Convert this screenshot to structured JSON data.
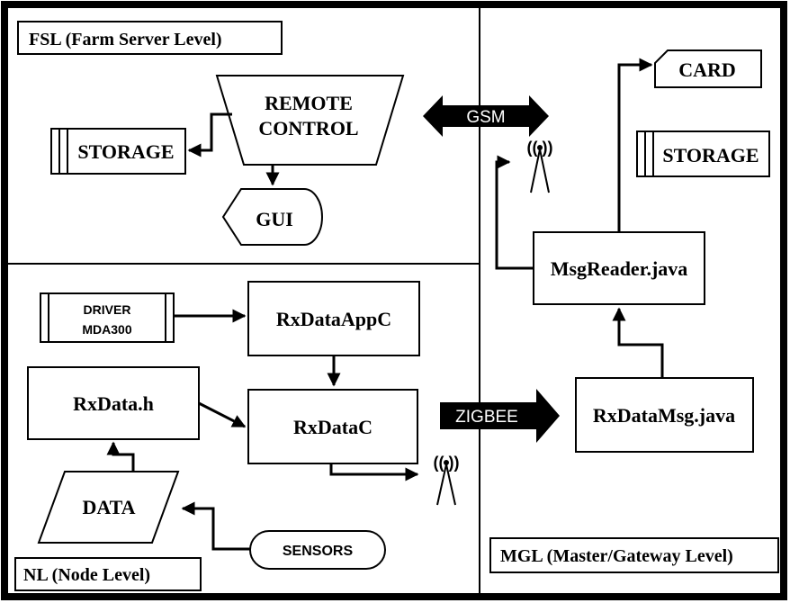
{
  "regions": {
    "fsl": "FSL (Farm Server Level)",
    "nl": "NL (Node Level)",
    "mgl": "MGL (Master/Gateway Level)"
  },
  "nodes": {
    "remote_control_line1": "REMOTE",
    "remote_control_line2": "CONTROL",
    "storage_fsl": "STORAGE",
    "gui": "GUI",
    "driver_line1": "DRIVER",
    "driver_line2": "MDA300",
    "rxdataappc": "RxDataAppC",
    "rxdata_h": "RxData.h",
    "rxdatac": "RxDataC",
    "data": "DATA",
    "sensors": "SENSORS",
    "card": "CARD",
    "storage_mgl": "STORAGE",
    "msgreader": "MsgReader.java",
    "rxdatamsg": "RxDataMsg.java"
  },
  "links": {
    "gsm": "GSM",
    "zigbee": "ZIGBEE"
  },
  "colors": {
    "ink": "#000000",
    "paper": "#ffffff"
  },
  "icons": {
    "antenna_nl": "antenna-icon",
    "antenna_mgl": "antenna-icon"
  }
}
